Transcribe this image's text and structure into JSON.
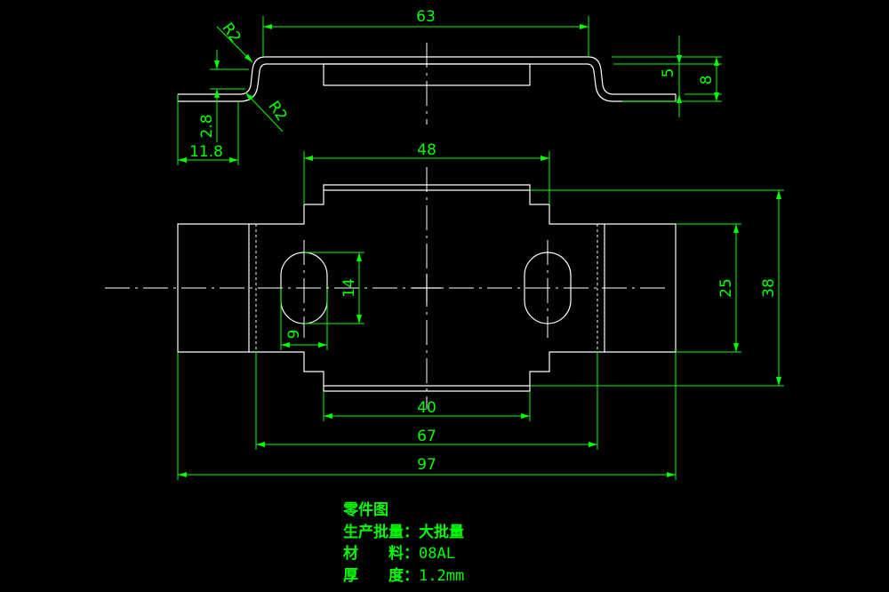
{
  "dimensions": {
    "top_width": "63",
    "side_rise": "5",
    "total_height": "8",
    "radius_top": "R2",
    "radius_bottom": "R2",
    "flange_height": "2.8",
    "flange_length": "11.8",
    "top_tab": "48",
    "slot_height": "14",
    "slot_width": "9",
    "tab_width": "25",
    "overall_height": "38",
    "bottom_tab": "40",
    "inner_width": "67",
    "overall_width": "97"
  },
  "notes": {
    "title": "零件图",
    "batch_label": "生产批量：",
    "batch_value": "大批量",
    "material_label": "材　　料：",
    "material_value": "08AL",
    "thickness_label": "厚　　度：",
    "thickness_value": "1.2mm"
  },
  "colors": {
    "background": "#000000",
    "geometry": "#ffffff",
    "dimension": "#00ff00"
  }
}
